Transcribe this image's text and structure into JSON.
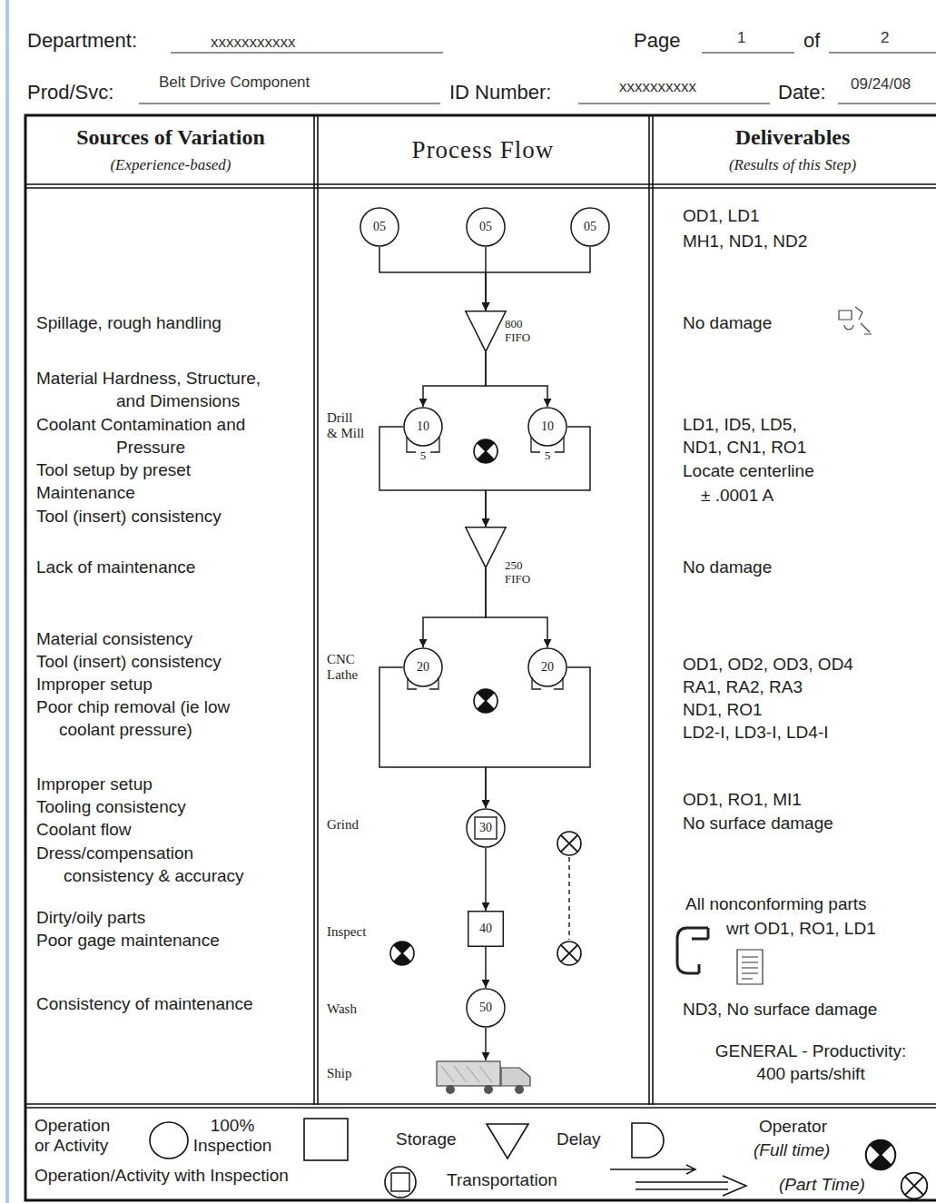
{
  "diagram": {
    "nodes": [
      {
        "text": [
          "05"
        ]
      },
      {
        "text": [
          "05"
        ]
      },
      {
        "text": [
          "05"
        ]
      },
      {
        "text": [
          "800 FIFO"
        ]
      },
      {
        "text": [
          "10",
          "5"
        ]
      },
      {
        "text": [
          "10",
          "5"
        ]
      },
      {
        "text": [
          "250 FIFO"
        ]
      },
      {
        "text": [
          "20"
        ]
      },
      {
        "text": [
          "20"
        ]
      },
      {
        "text": [
          "30"
        ]
      },
      {
        "text": [
          "40"
        ]
      },
      {
        "text": [
          "50"
        ]
      },
      {
        "text": [
          "Ship"
        ]
      }
    ],
    "edges": [
      {
        "from": 0,
        "to": 3,
        "arrow": "to"
      },
      {
        "from": 1,
        "to": 3,
        "arrow": "to"
      },
      {
        "from": 2,
        "to": 3,
        "arrow": "to"
      },
      {
        "from": 3,
        "to": 4,
        "arrow": "to"
      },
      {
        "from": 3,
        "to": 5,
        "arrow": "to"
      },
      {
        "from": 4,
        "to": 6,
        "arrow": "to"
      },
      {
        "from": 5,
        "to": 6,
        "arrow": "to"
      },
      {
        "from": 6,
        "to": 7,
        "arrow": "to"
      },
      {
        "from": 6,
        "to": 8,
        "arrow": "to"
      },
      {
        "from": 7,
        "to": 9,
        "arrow": "to"
      },
      {
        "from": 8,
        "to": 9,
        "arrow": "to"
      },
      {
        "from": 9,
        "to": 10,
        "arrow": "to"
      },
      {
        "from": 10,
        "to": 11,
        "arrow": "to"
      },
      {
        "from": 11,
        "to": 12,
        "arrow": "to"
      }
    ],
    "labels": [
      "Department:",
      "xxxxxxxxxxx",
      "Page",
      "1",
      "of",
      "2",
      "Prod/Svc:",
      "Belt Drive Component",
      "ID Number:",
      "xxxxxxxxxx",
      "Date:",
      "09/24/08",
      "Sources of Variation",
      "(Experience-based)",
      "Process Flow",
      "Deliverables",
      "(Results of this Step)",
      "Spillage, rough handling",
      "Material Hardness, Structure, and Dimensions",
      "Coolant Contamination and Pressure",
      "Tool setup by preset",
      "Maintenance",
      "Tool (insert) consistency",
      "Lack of maintenance",
      "Material consistency",
      "Tool (insert) consistency",
      "Improper setup",
      "Poor chip removal (ie low coolant pressure)",
      "Improper setup",
      "Tooling consistency",
      "Coolant flow",
      "Dress/compensation consistency & accuracy",
      "Dirty/oily parts",
      "Poor gage maintenance",
      "Consistency of maintenance",
      "Drill & Mill",
      "CNC Lathe",
      "Grind",
      "Inspect",
      "Wash",
      "OD1, LD1",
      "MH1, ND1, ND2",
      "No damage",
      "LD1, ID5, LD5,",
      "ND1, CN1, RO1",
      "Locate centerline",
      "± .0001 A",
      "No damage",
      "OD1, OD2, OD3, OD4",
      "RA1, RA2, RA3",
      "ND1, RO1",
      "LD2-I, LD3-I, LD4-I",
      "OD1, RO1, MI1",
      "No surface damage",
      "All nonconforming parts",
      "wrt OD1, RO1, LD1",
      "ND3, No surface damage",
      "GENERAL - Productivity: 400 parts/shift"
    ],
    "legend": [
      {
        "text": "Operation or Activity"
      },
      {
        "text": "100% Inspection"
      },
      {
        "text": "Storage"
      },
      {
        "text": "Delay"
      },
      {
        "text": "Operator"
      },
      {
        "text": "(Full time)"
      },
      {
        "text": "Operation/Activity with Inspection"
      },
      {
        "text": "Transportation"
      },
      {
        "text": "(Part Time)"
      }
    ]
  }
}
